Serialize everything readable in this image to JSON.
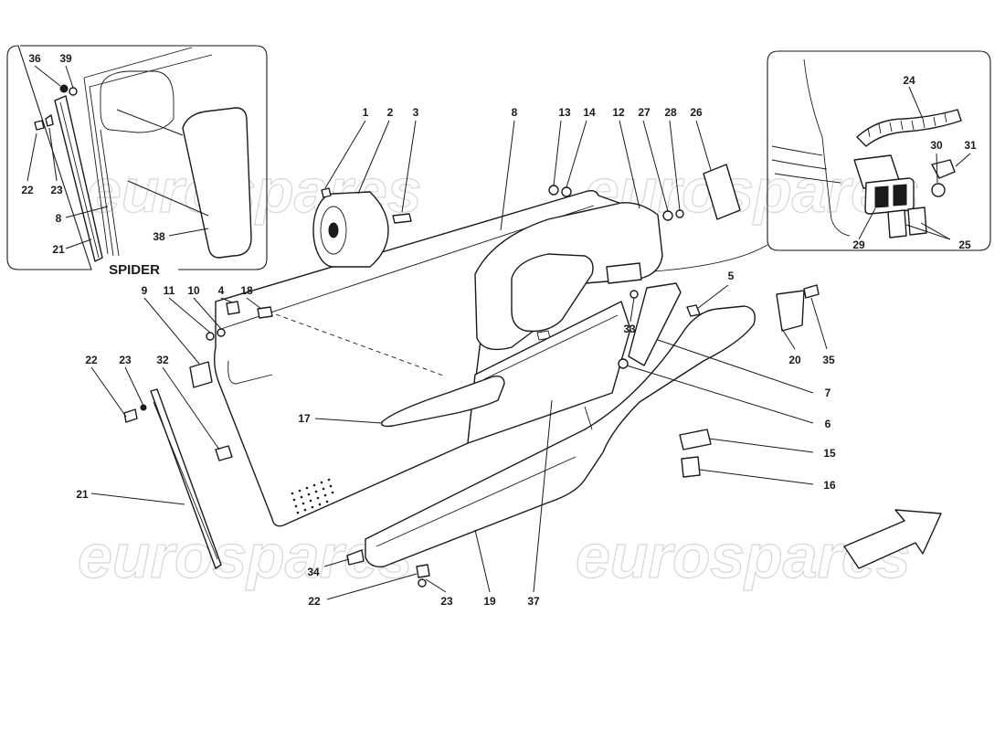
{
  "watermark": "eurospares",
  "inset_left_title": "SPIDER",
  "callouts": {
    "c1": "1",
    "c2": "2",
    "c3": "3",
    "c4": "4",
    "c5": "5",
    "c6": "6",
    "c7": "7",
    "c8": "8",
    "c9": "9",
    "c10": "10",
    "c11": "11",
    "c12": "12",
    "c13": "13",
    "c14": "14",
    "c15": "15",
    "c16": "16",
    "c17": "17",
    "c18": "18",
    "c19": "19",
    "c20": "20",
    "c21": "21",
    "c22": "22",
    "c23": "23",
    "c24": "24",
    "c25": "25",
    "c26": "26",
    "c27": "27",
    "c28": "28",
    "c29": "29",
    "c30": "30",
    "c31": "31",
    "c32": "32",
    "c33": "33",
    "c34": "34",
    "c35": "35",
    "c36": "36",
    "c37": "37",
    "c38": "38",
    "c39": "39"
  }
}
